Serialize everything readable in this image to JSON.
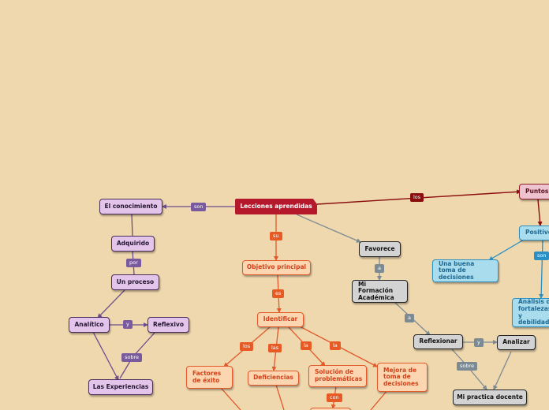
{
  "diagram": {
    "nodes": [
      {
        "id": "lecciones",
        "label": "Lecciones aprendidas"
      },
      {
        "id": "conocimiento",
        "label": "El conocimiento"
      },
      {
        "id": "adquirido",
        "label": "Adquirido"
      },
      {
        "id": "proceso",
        "label": "Un proceso"
      },
      {
        "id": "analitico",
        "label": "Analítico"
      },
      {
        "id": "reflexivo",
        "label": "Reflexivo"
      },
      {
        "id": "experiencias",
        "label": "Las Experiencias"
      },
      {
        "id": "objetivo",
        "label": "Objetivo principal"
      },
      {
        "id": "identificar",
        "label": "Identificar"
      },
      {
        "id": "factores",
        "label": "Factores de éxito"
      },
      {
        "id": "deficiencias",
        "label": "Deficiencias"
      },
      {
        "id": "solucion",
        "label": "Solución de problemáticas"
      },
      {
        "id": "mejora",
        "label": "Mejora de toma de decisiones"
      },
      {
        "id": "favorece",
        "label": "Favorece"
      },
      {
        "id": "formacion",
        "label": "Mi Formación Académica"
      },
      {
        "id": "reflexionar",
        "label": "Reflexionar"
      },
      {
        "id": "analizar",
        "label": "Analizar"
      },
      {
        "id": "practica",
        "label": "Mi practica docente"
      },
      {
        "id": "puntos",
        "label": "Puntos"
      },
      {
        "id": "positivos",
        "label": "Positivos"
      },
      {
        "id": "buena",
        "label": "Una buena toma de decisiones"
      },
      {
        "id": "analisis",
        "label": "Análisis de fortalezas y debilidades"
      }
    ],
    "link_labels": {
      "son": "son",
      "por": "por",
      "y": "y",
      "sobre": "sobre",
      "su": "su",
      "es": "es",
      "los": "los",
      "las": "las",
      "la": "la",
      "con": "con",
      "a": "a"
    }
  },
  "colors": {
    "background": "#efd8ae",
    "main": "#b5172b",
    "purple": "#4b2e5a",
    "orange": "#e2592a",
    "gray": "#7c8a93",
    "blue": "#2a8fc4",
    "red": "#8a0e0e"
  }
}
